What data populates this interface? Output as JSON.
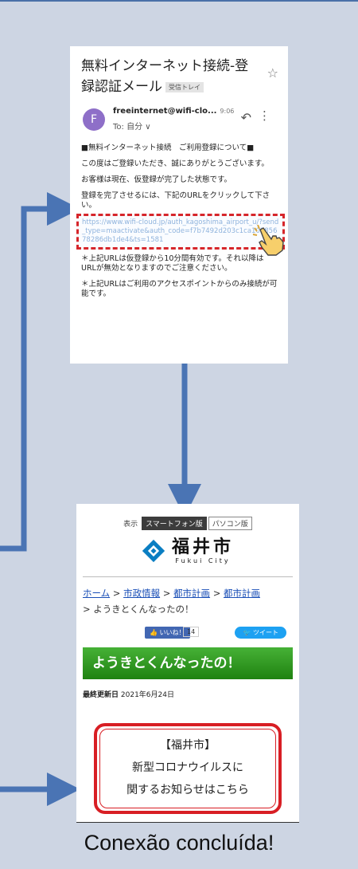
{
  "email": {
    "subject": "無料インターネット接続-登録認証メール",
    "label_tag": "受信トレイ",
    "sender_initial": "F",
    "sender": "freeinternet@wifi-clo...",
    "time": "9:06",
    "to": "To: 自分 ∨",
    "heading": "■無料インターネット接続　ご利用登録について■",
    "p1": "この度はご登録いただき、誠にありがとうございます。",
    "p2": "お客様は現在、仮登録が完了した状態です。",
    "p3": "登録を完了させるには、下記のURLをクリックして下さい。",
    "url": "https://www.wifi-cloud.jp/auth_kagoshima_airport_u/?send_type=maactivate&auth_code=f7b7492d203c1ca10385678286db1de4&ts=1581",
    "note1": "＊上記URLは仮登録から10分間有効です。それ以降はURLが無効となりますのでご注意ください。",
    "note2": "＊上記URLはご利用のアクセスポイントからのみ接続が可能です。"
  },
  "site": {
    "version_label": "表示",
    "sp_label": "スマートフォン版",
    "pc_label": "パソコン版",
    "logo_jp": "福井市",
    "logo_en": "Fukui City",
    "crumbs": [
      "ホーム",
      "市政情報",
      "都市計画",
      "都市計画"
    ],
    "crumb_sep": " > ",
    "crumb_current": "> ようきとくんなったの！",
    "like": "👍 いいね！",
    "like_count": "14",
    "tweet": "🐦 ツイート",
    "page_title": "ようきとくんなったの！",
    "updated_label": "最終更新日",
    "updated_date": "2021年6月24日",
    "notice_line1": "【福井市】",
    "notice_line2": "新型コロナウイルスに",
    "notice_line3": "関するお知らせはこちら"
  },
  "caption": "Conexão concluída!",
  "colors": {
    "panel": "#cdd5e3",
    "arrow": "#4a74b4",
    "green": "#2e9a1f",
    "red": "#d81e24"
  }
}
